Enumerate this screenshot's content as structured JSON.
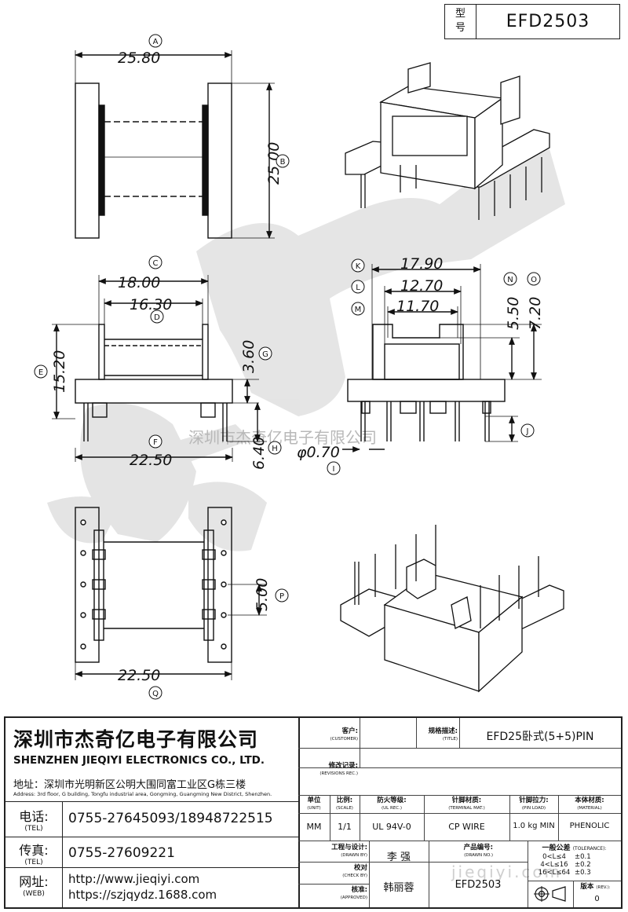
{
  "header": {
    "model_label_1": "型",
    "model_label_2": "号",
    "model": "EFD2503"
  },
  "watermark": {
    "center": "深圳市杰奇亿电子有限公司",
    "bottom_right": "jieqiyi.com"
  },
  "dimensions": {
    "A": {
      "label": "A",
      "value": "25.80"
    },
    "B": {
      "label": "B",
      "value": "25.00"
    },
    "C": {
      "label": "C",
      "value": "18.00"
    },
    "D": {
      "label": "D",
      "value": "16.30"
    },
    "E": {
      "label": "E",
      "value": "15.20"
    },
    "F": {
      "label": "F",
      "value": "22.50"
    },
    "G": {
      "label": "G",
      "value": "3.60"
    },
    "H": {
      "label": "H",
      "value": "6.40"
    },
    "I": {
      "label": "I",
      "value": "φ0.70"
    },
    "J": {
      "label": "J",
      "value": ""
    },
    "K": {
      "label": "K",
      "value": "17.90"
    },
    "L": {
      "label": "L",
      "value": "12.70"
    },
    "M": {
      "label": "M",
      "value": "11.70"
    },
    "N": {
      "label": "N",
      "value": "5.50"
    },
    "O": {
      "label": "O",
      "value": "7.20"
    },
    "P": {
      "label": "P",
      "value": "5.00"
    },
    "Q": {
      "label": "Q",
      "value": "22.50"
    }
  },
  "company": {
    "name_cn": "深圳市杰奇亿电子有限公司",
    "name_en": "SHENZHEN JIEQIYI ELECTRONICS CO., LTD.",
    "address_cn": "地址：深圳市光明新区公明大围同富工业区G栋三楼",
    "address_en": "Address: 3rd floor, G building, Tongfu industrial area, Gongming, Guangming New District, Shenzhen.",
    "tel_label": "电话:",
    "tel_label_en": "(TEL)",
    "tel": "0755-27645093/18948722515",
    "fax_label": "传真:",
    "fax_label_en": "(TEL)",
    "fax": "0755-27609221",
    "web_label": "网址:",
    "web_label_en": "(WEB)",
    "web1": "http://www.jieqiyi.com",
    "web2": "https://szjqydz.1688.com"
  },
  "title_block": {
    "customer_label": "客户:",
    "customer_label_en": "(CUSTOMER)",
    "title_label": "规格描述:",
    "title_label_en": "(TITLE)",
    "title": "EFD25卧式(5+5)PIN",
    "revisions_label": "修改记录:",
    "revisions_label_en": "(REVISIONS REC.)",
    "unit_label": "单位",
    "unit_label_en": "(UNIT)",
    "unit": "MM",
    "scale_label": "比例:",
    "scale_label_en": "(SCALE)",
    "scale": "1/1",
    "ul_label": "防火等级:",
    "ul_label_en": "(UL REC.)",
    "ul": "UL 94V-0",
    "terminal_label": "针脚材质:",
    "terminal_label_en": "(TERMINAL MAT.)",
    "terminal": "CP WIRE",
    "pinload_label": "针脚拉力:",
    "pinload_label_en": "(PIN LOAD)",
    "pinload": "1.0 kg MIN",
    "material_label": "本体材质:",
    "material_label_en": "(MATERIAL)",
    "material": "PHENOLIC",
    "drawn_label": "工程与设计:",
    "drawn_label_en": "(DRAWN BY)",
    "drawn": "李  强",
    "drawing_no_label": "产品编号:",
    "drawing_no_label_en": "(DRAWN NO.)",
    "drawing_no": "EFD2503",
    "check_label": "校对",
    "check_label_en": "(CHECK BY)",
    "approved_label": "核准:",
    "approved_label_en": "(APPROVED)",
    "approved": "韩丽蓉",
    "tolerance_label": "一般公差",
    "tolerance_label_en": "(TOLERANCE):",
    "tolerance": [
      {
        "range": "0<L≤4",
        "tol": "±0.1"
      },
      {
        "range": "4<L≤16",
        "tol": "±0.2"
      },
      {
        "range": "16<L≤64",
        "tol": "±0.3"
      }
    ],
    "rev_label": "版本",
    "rev_label_en": "(REV.):",
    "rev": "0"
  }
}
